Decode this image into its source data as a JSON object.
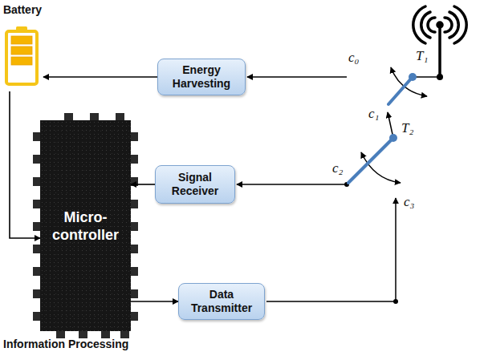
{
  "diagram": {
    "nodes": [
      {
        "text": [
          "Battery"
        ]
      },
      {
        "text": [
          "Energy Harvesting"
        ]
      },
      {
        "text": [
          "Signal Receiver"
        ]
      },
      {
        "text": [
          "Micro- controller",
          "Information Processing"
        ]
      },
      {
        "text": [
          "Data Transmitter"
        ]
      }
    ],
    "edges": [
      {
        "from": 1,
        "to": 0,
        "arrow": "to"
      },
      {
        "from": 0,
        "to": 3,
        "arrow": "to"
      },
      {
        "from": 2,
        "to": 3,
        "arrow": "to"
      },
      {
        "from": 3,
        "to": 4,
        "arrow": "to"
      }
    ],
    "labels": [
      "c₀",
      "T₁",
      "c₁",
      "T₂",
      "c₂",
      "c₃"
    ]
  }
}
